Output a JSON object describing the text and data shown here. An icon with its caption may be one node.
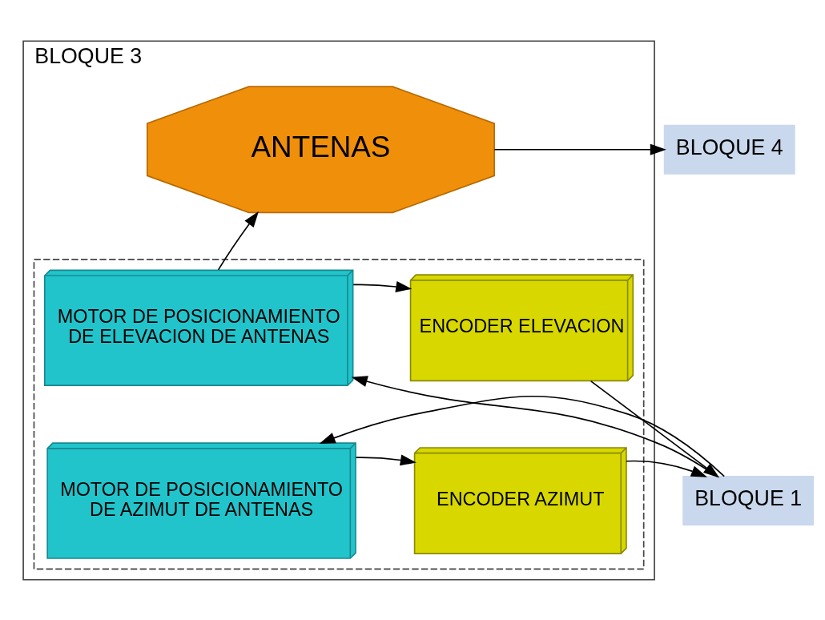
{
  "diagram": {
    "nodes": [
      {
        "text": [
          "BLOQUE 3"
        ]
      },
      {
        "text": [
          "ANTENAS"
        ],
        "in": 0
      },
      {
        "text": [],
        "shape": "box",
        "in": 0
      },
      {
        "text": [
          "MOTOR DE POSICIONAMIENTO DE ELEVACION DE ANTENAS"
        ],
        "in": 2
      },
      {
        "text": [
          "ENCODER ELEVACION"
        ],
        "in": 2
      },
      {
        "text": [
          "MOTOR DE POSICIONAMIENTO DE AZIMUT DE ANTENAS"
        ],
        "in": 2
      },
      {
        "text": [
          "ENCODER AZIMUT"
        ],
        "in": 2
      },
      {
        "text": [
          "BLOQUE 4"
        ]
      },
      {
        "text": [
          "BLOQUE 1"
        ]
      }
    ],
    "edges": [
      {
        "from": 3,
        "to": 1,
        "arrow": "to"
      },
      {
        "from": 1,
        "to": 7,
        "arrow": "to"
      },
      {
        "from": 3,
        "to": 4,
        "arrow": "to"
      },
      {
        "from": 5,
        "to": 6,
        "arrow": "to"
      },
      {
        "from": 4,
        "to": 8,
        "arrow": "to"
      },
      {
        "from": 6,
        "to": 8,
        "arrow": "to"
      },
      {
        "from": 8,
        "to": 3,
        "arrow": "to"
      },
      {
        "from": 8,
        "to": 5,
        "arrow": "to"
      }
    ]
  }
}
